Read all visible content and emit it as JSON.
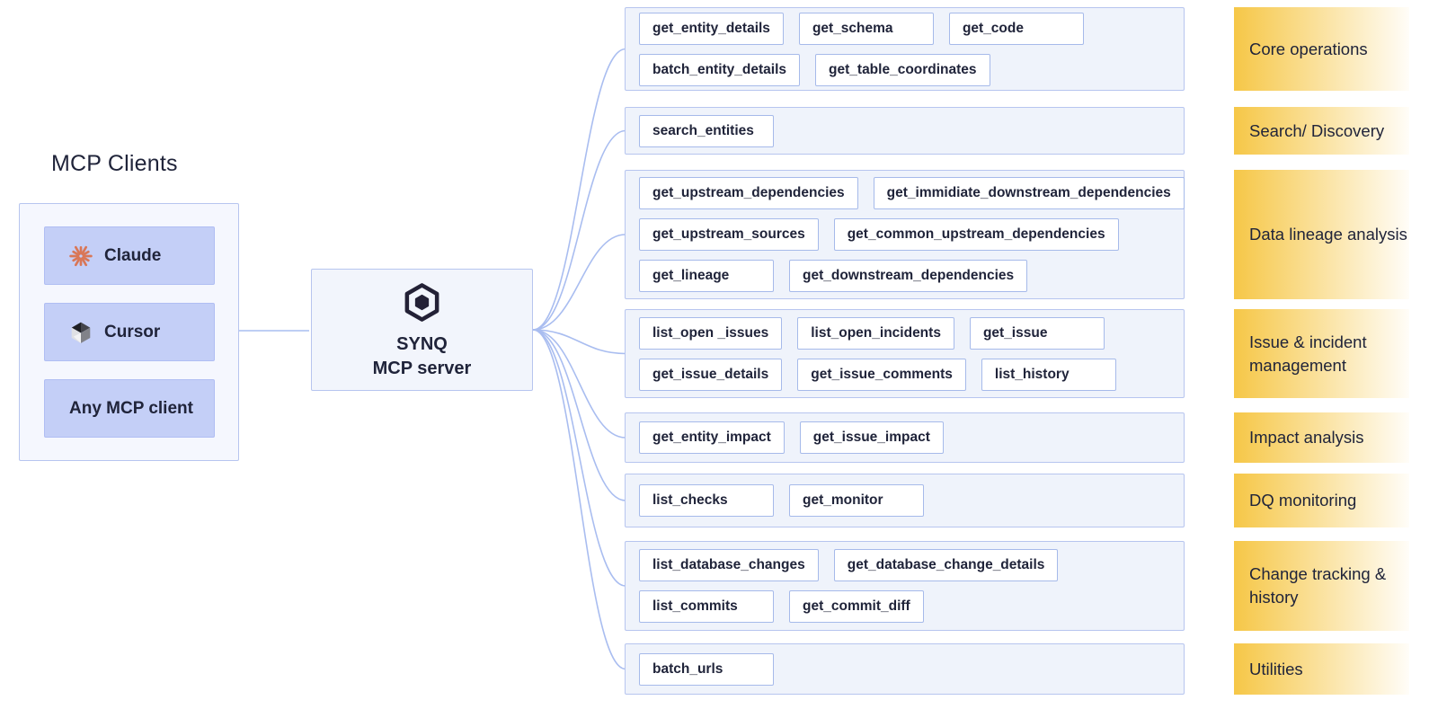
{
  "clients": {
    "title": "MCP Clients",
    "items": [
      {
        "label": "Claude",
        "icon": "claude-icon"
      },
      {
        "label": "Cursor",
        "icon": "cursor-icon"
      },
      {
        "label": "Any MCP client",
        "icon": null
      }
    ]
  },
  "server": {
    "name_line1": "SYNQ",
    "name_line2": "MCP server",
    "icon": "synq-hexagon-icon"
  },
  "groups": [
    {
      "category": "Core operations",
      "rows": [
        [
          "get_entity_details",
          "get_schema",
          "get_code"
        ],
        [
          "batch_entity_details",
          "get_table_coordinates"
        ]
      ]
    },
    {
      "category": "Search/ Discovery",
      "rows": [
        [
          "search_entities"
        ]
      ]
    },
    {
      "category": "Data lineage analysis",
      "rows": [
        [
          "get_upstream_dependencies",
          "get_immidiate_downstream_dependencies"
        ],
        [
          "get_upstream_sources",
          "get_common_upstream_dependencies"
        ],
        [
          "get_lineage",
          "get_downstream_dependencies"
        ]
      ]
    },
    {
      "category": "Issue & incident management",
      "rows": [
        [
          "list_open _issues",
          "list_open_incidents",
          "get_issue"
        ],
        [
          "get_issue_details",
          "get_issue_comments",
          "list_history"
        ]
      ]
    },
    {
      "category": "Impact analysis",
      "rows": [
        [
          "get_entity_impact",
          "get_issue_impact"
        ]
      ]
    },
    {
      "category": "DQ monitoring",
      "rows": [
        [
          "list_checks",
          "get_monitor"
        ]
      ]
    },
    {
      "category": "Change tracking & history",
      "rows": [
        [
          "list_database_changes",
          "get_database_change_details"
        ],
        [
          "list_commits",
          "get_commit_diff"
        ]
      ]
    },
    {
      "category": "Utilities",
      "rows": [
        [
          "batch_urls"
        ]
      ]
    }
  ],
  "colors": {
    "text_dark": "#20243a",
    "panel_background": "#eff3fb",
    "panel_border": "#b7c5ef",
    "clients_panel_background": "#f5f7fe",
    "server_background": "#f2f5fc",
    "tool_box_background": "#ffffff",
    "tool_box_border": "#a6baea",
    "client_item_background": "#c4cff7",
    "client_item_border": "#b0bef3",
    "connector": "#a9bdf0",
    "category_gradient_start": "#f6c747",
    "category_gradient_end": "#fffdf8",
    "claude_orange": "#d97757",
    "server_icon_color": "#232136"
  }
}
